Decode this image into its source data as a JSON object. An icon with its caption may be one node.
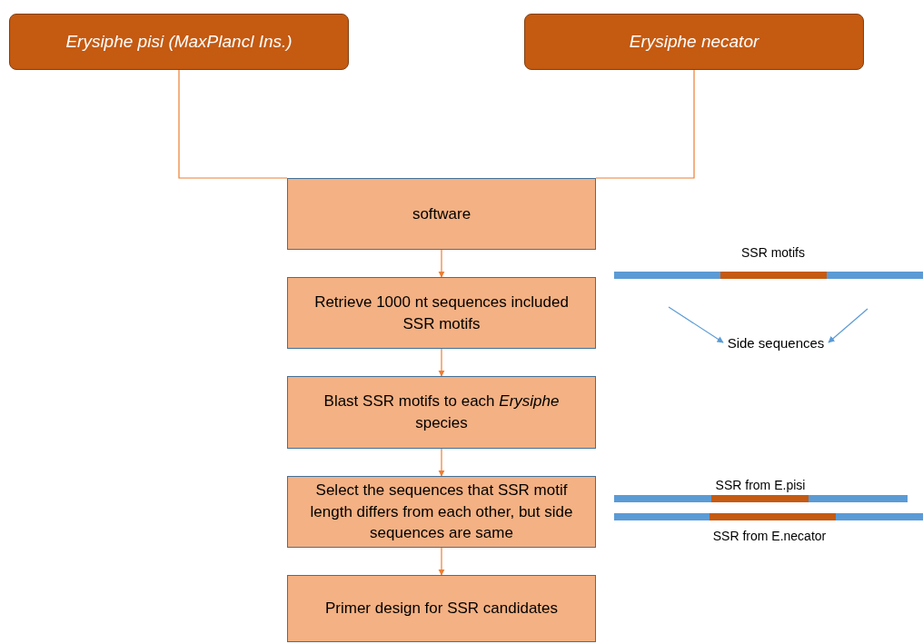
{
  "diagram": {
    "nodes": [
      {
        "text": [
          "Erysiphe pisi (MaxPlancl Ins.)"
        ]
      },
      {
        "text": [
          "Erysiphe necator"
        ]
      },
      {
        "text": [
          "software"
        ]
      },
      {
        "text": [
          "Retrieve 1000 nt sequences included SSR motifs"
        ]
      },
      {
        "text": [
          "Blast SSR motifs to each *Erysiphe* species"
        ]
      },
      {
        "text": [
          "Select the sequences that SSR motif length differs from each other, but side sequences are same"
        ]
      },
      {
        "text": [
          "Primer design for SSR candidates"
        ]
      },
      {
        "text": [
          "Side sequences"
        ]
      }
    ],
    "edges": [
      {
        "from": 0,
        "to": 2,
        "arrow": "none"
      },
      {
        "from": 1,
        "to": 2,
        "arrow": "none"
      },
      {
        "from": 2,
        "to": 3,
        "arrow": "to"
      },
      {
        "from": 3,
        "to": 4,
        "arrow": "to"
      },
      {
        "from": 4,
        "to": 5,
        "arrow": "to"
      },
      {
        "from": 5,
        "to": 6,
        "arrow": "to"
      },
      {
        "from": null,
        "to": 7,
        "arrow": "to",
        "color": "#5b9bd5"
      },
      {
        "from": null,
        "to": 7,
        "arrow": "to",
        "color": "#5b9bd5"
      }
    ],
    "labels": [
      "SSR motifs",
      "SSR from E.pisi",
      "SSR from E.necator"
    ]
  }
}
